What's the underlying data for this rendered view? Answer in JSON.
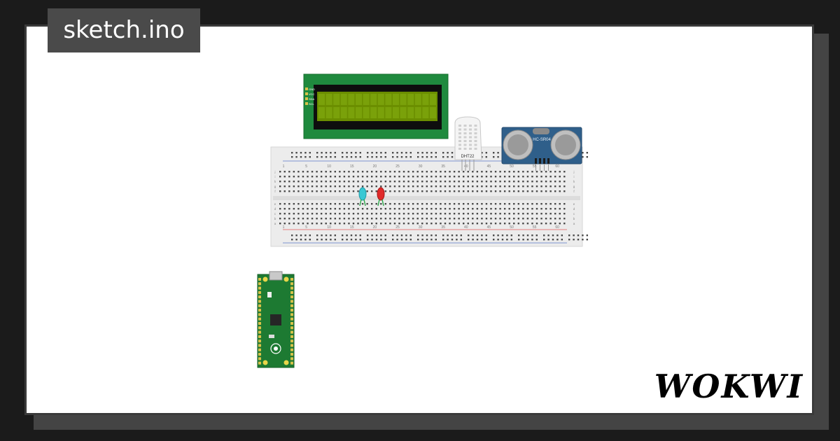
{
  "title": {
    "text": "sketch.ino"
  },
  "brand": {
    "name": "WOKWI"
  },
  "components": {
    "lcd": {
      "name": "lcd1602-i2c",
      "pins": [
        "GND",
        "VCC",
        "SDA",
        "SCL"
      ]
    },
    "dht": {
      "label": "DHT22"
    },
    "sonar": {
      "label": "HC-SR04"
    },
    "leds": [
      {
        "color": "cyan"
      },
      {
        "color": "red"
      }
    ],
    "breadboard": {
      "columns": [
        "1",
        "5",
        "10",
        "15",
        "20",
        "25",
        "30",
        "35",
        "40",
        "45",
        "50",
        "55",
        "60"
      ],
      "rows_top": [
        "j",
        "i",
        "h",
        "g",
        "f"
      ],
      "rows_bottom": [
        "e",
        "d",
        "c",
        "b",
        "a"
      ]
    },
    "board": {
      "name": "raspberry-pi-pico"
    }
  },
  "colors": {
    "background": "#1b1b1b",
    "canvas": "#ffffff",
    "lcd_board": "#1f8a3e",
    "lcd_screen": "#6b8e00",
    "pico_board": "#1d7a32",
    "sonar_board": "#2f5f8a",
    "breadboard": "#ececec",
    "rail_red": "#e05a5a",
    "rail_blue": "#5a78c8"
  }
}
